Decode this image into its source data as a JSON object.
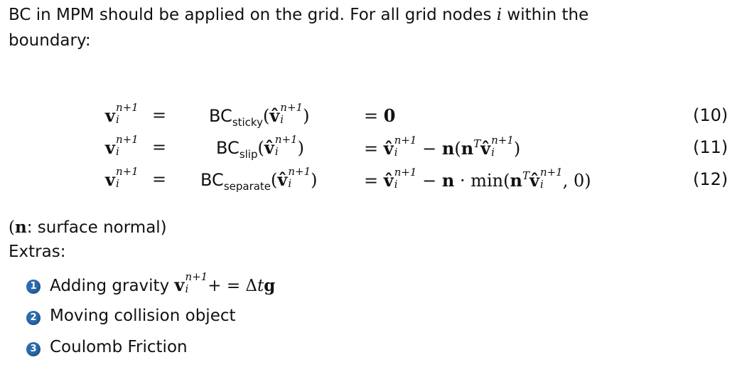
{
  "intro": {
    "line1_a": "BC in MPM should be applied on the grid. For all grid nodes ",
    "line1_var": "i",
    "line1_b": " within the",
    "line2": "boundary:"
  },
  "vec": {
    "v": "v",
    "vhat": "v̂",
    "sup": "n+1",
    "sub": "i"
  },
  "equations": [
    {
      "eq": "=",
      "bc": "BC",
      "bc_sub": "sticky",
      "open": "(",
      "close": ")",
      "rhs_eq": "=",
      "rhs_zero": "0",
      "number": "(10)"
    },
    {
      "eq": "=",
      "bc": "BC",
      "bc_sub": "slip",
      "open": "(",
      "close": ")",
      "rhs_eq": "=",
      "minus": "−",
      "n": "n",
      "paren_open": "(",
      "n2": "n",
      "T": "T",
      "paren_close": ")",
      "number": "(11)"
    },
    {
      "eq": "=",
      "bc": "BC",
      "bc_sub": "separate",
      "open": "(",
      "close": ")",
      "rhs_eq": "=",
      "minus": "−",
      "n": "n",
      "dot": "·",
      "min": "min(",
      "n2": "n",
      "T": "T",
      "tail": ", 0)",
      "number": "(12)"
    }
  ],
  "note": {
    "open": "(",
    "n": "n",
    "rest": ": surface normal)"
  },
  "extras_label": "Extras:",
  "extras": [
    {
      "num": "1",
      "label": "Adding gravity ",
      "math_a": "+ = Δ",
      "math_t": "t",
      "math_g": "g"
    },
    {
      "num": "2",
      "label": "Moving collision object"
    },
    {
      "num": "3",
      "label": "Coulomb Friction"
    }
  ],
  "colors": {
    "bullet": "#2b6cb0"
  }
}
